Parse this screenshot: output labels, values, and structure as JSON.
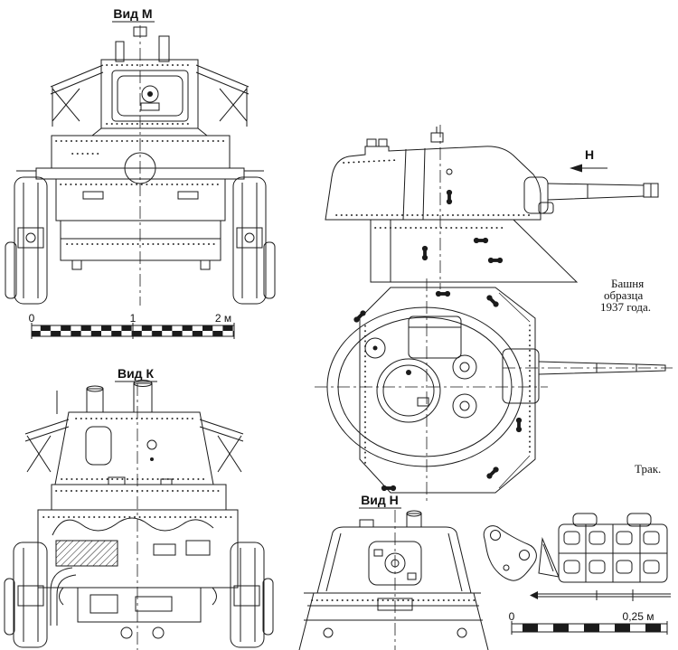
{
  "labels": {
    "view_m": "Вид М",
    "view_k": "Вид К",
    "view_h": "Вид Н",
    "direction_h": "Н"
  },
  "notes": {
    "turret_line1": "Башня",
    "turret_line2": "образца",
    "turret_line3": "1937  года.",
    "track": "Трак."
  },
  "scales": {
    "main": {
      "t0": "0",
      "t1": "1",
      "t2": "2 м"
    },
    "small": {
      "t0": "0",
      "t1": "0,25 м"
    }
  },
  "colors": {
    "ink": "#1b1b1b",
    "paper": "#ffffff"
  }
}
